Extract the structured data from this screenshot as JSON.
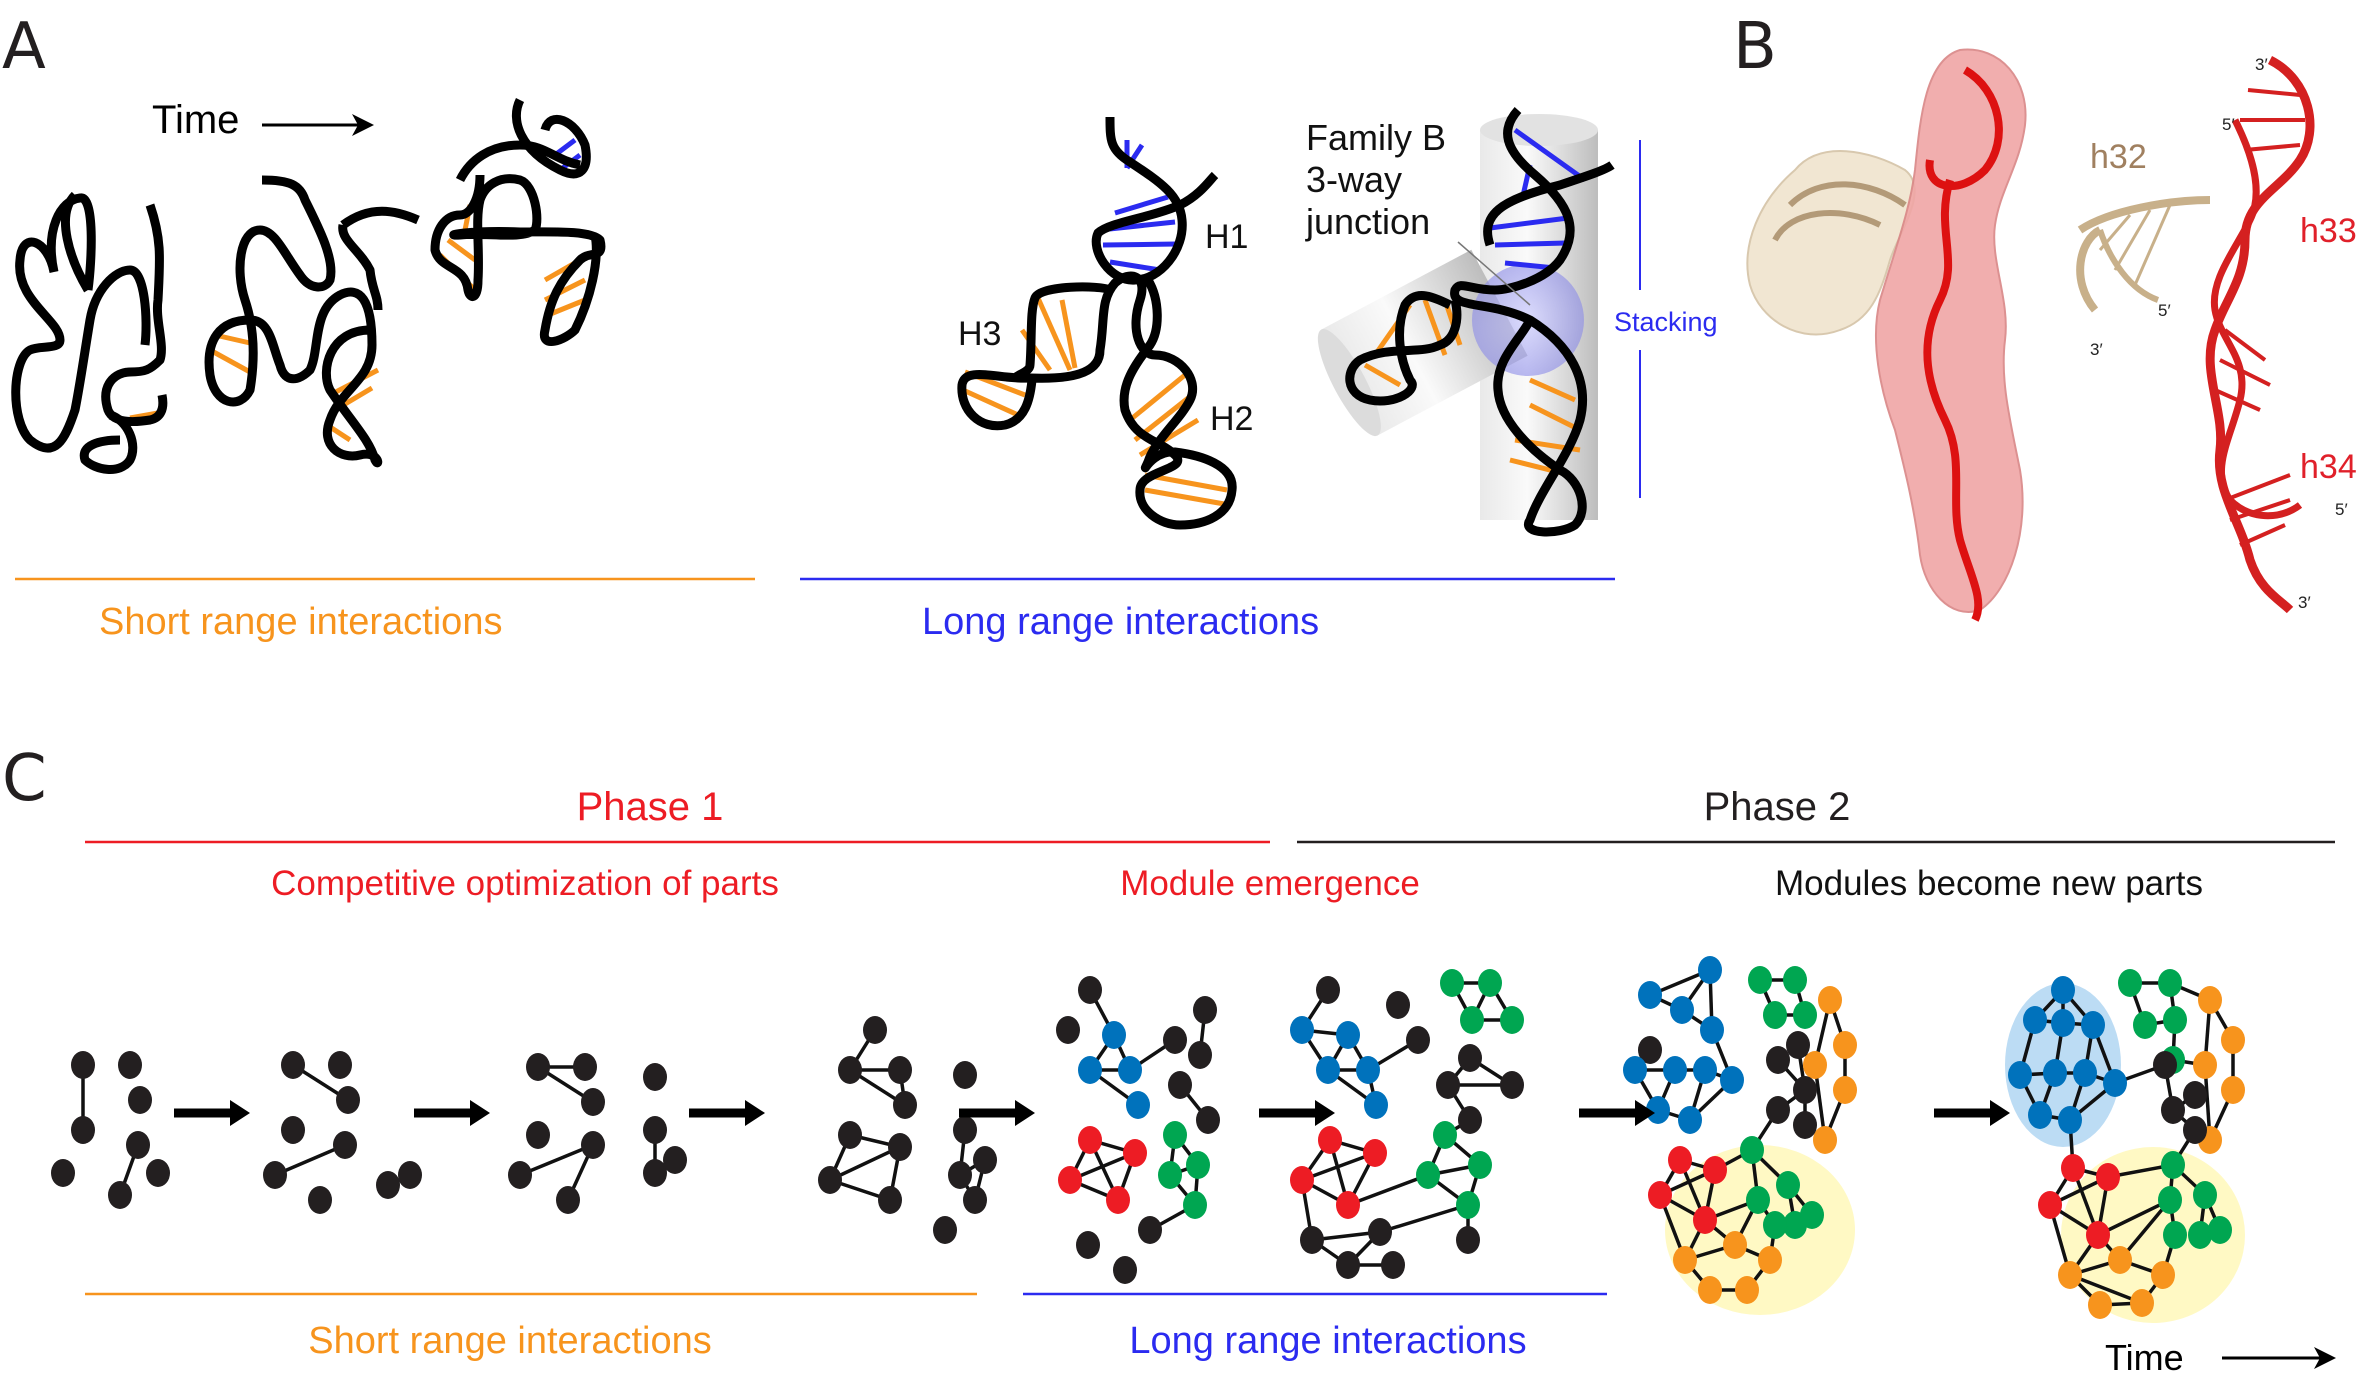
{
  "figure": {
    "panels": {
      "A": {
        "letter": "A",
        "time_label": "Time",
        "helix_labels": {
          "h1": "H1",
          "h2": "H2",
          "h3": "H3"
        },
        "junction_label": [
          "Family B",
          "3-way",
          "junction"
        ],
        "stacking_label": "Stacking",
        "short_range_label": "Short range interactions",
        "long_range_label": "Long range interactions"
      },
      "B": {
        "letter": "B",
        "helix_labels": {
          "h32": "h32",
          "h33": "h33",
          "h34": "h34"
        },
        "end_labels": {
          "three_prime": "3′",
          "five_prime": "5′"
        }
      },
      "C": {
        "letter": "C",
        "phase1_label": "Phase 1",
        "phase2_label": "Phase 2",
        "stage1_label": "Competitive optimization of parts",
        "stage2_label": "Module emergence",
        "stage3_label": "Modules become new parts",
        "short_range_label": "Short range interactions",
        "long_range_label": "Long range interactions",
        "time_label": "Time"
      }
    },
    "colors": {
      "short_range": "#f7941d",
      "long_range": "#2b2bf0",
      "phase1": "#ed1c24",
      "phase2": "#231f20",
      "node_black": "#231f20",
      "node_blue": "#0072bc",
      "node_red": "#ed1c24",
      "node_green": "#00a651",
      "node_orange": "#f7941d",
      "module_yellow": "#fff9c4",
      "module_blue": "#bcdcf4",
      "h32_tan": "#a08060",
      "h33_red": "#e0202a"
    }
  }
}
